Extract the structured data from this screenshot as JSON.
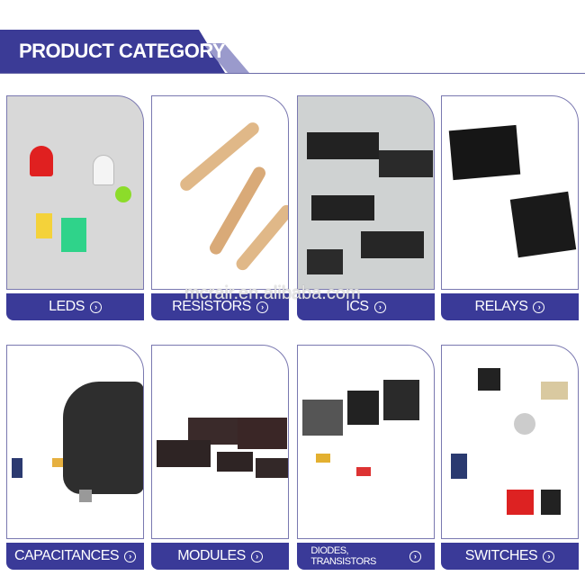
{
  "header": {
    "title": "PRODUCT CATEGORY",
    "accent": "#3b3b96"
  },
  "watermark": "mcrair.en.alibaba.com",
  "categories": [
    {
      "label": "LEDS"
    },
    {
      "label": "RESISTORS"
    },
    {
      "label": "ICS"
    },
    {
      "label": "RELAYS"
    },
    {
      "label": "CAPACITANCES"
    },
    {
      "label": "MODULES"
    },
    {
      "label_line1": "DIODES,",
      "label_line2": "TRANSISTORS"
    },
    {
      "label": "SWITCHES"
    }
  ],
  "icons": {
    "arrow": "circle-chevron-right-icon"
  }
}
